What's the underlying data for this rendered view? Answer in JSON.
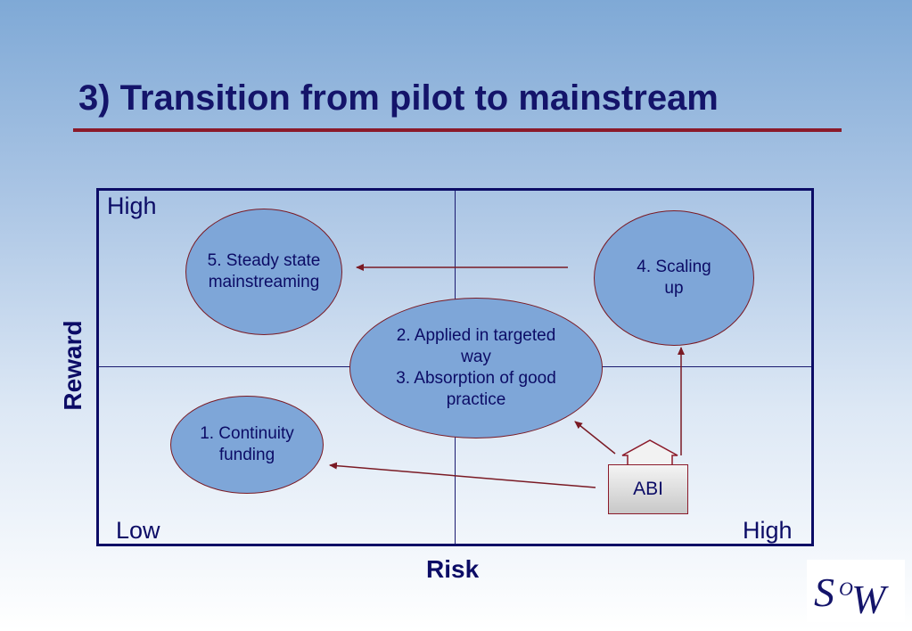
{
  "slide": {
    "title": "3) Transition from pilot to mainstream"
  },
  "matrix": {
    "y_axis_label": "Reward",
    "x_axis_label": "Risk",
    "top_left_label": "High",
    "bottom_left_label": "Low",
    "bottom_right_label": "High"
  },
  "nodes": {
    "steady_state": [
      "5. Steady state",
      "mainstreaming"
    ],
    "scaling": [
      "4. Scaling",
      "up"
    ],
    "applied": [
      "2. Applied in targeted",
      "way",
      "3. Absorption of good",
      "practice"
    ],
    "continuity": [
      "1. Continuity",
      "funding"
    ],
    "abi": "ABI"
  },
  "colors": {
    "title": "#14146a",
    "rule": "#8b1a2a",
    "ellipse_fill": "#7ea6d8",
    "arrow": "#7a1a24",
    "text": "#0c0c66"
  },
  "logo": {
    "text": "SOW"
  }
}
